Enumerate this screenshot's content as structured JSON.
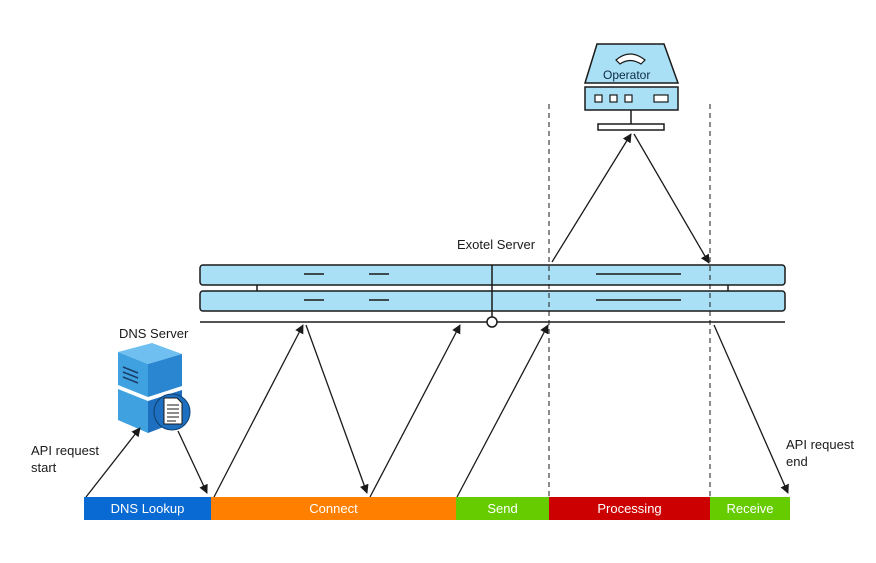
{
  "labels": {
    "exotel_server": "Exotel Server",
    "dns_server": "DNS Server",
    "operator": "Operator",
    "api_start": "API request\nstart",
    "api_end": "API request\nend"
  },
  "phases": [
    {
      "label": "DNS Lookup",
      "color": "#0a6ad4"
    },
    {
      "label": "Connect",
      "color": "#ff8000"
    },
    {
      "label": "Send",
      "color": "#66cc00"
    },
    {
      "label": "Processing",
      "color": "#cc0000"
    },
    {
      "label": "Receive",
      "color": "#66cc00"
    }
  ],
  "colors": {
    "server_fill": "#a9e0f5",
    "operator_fill": "#a9e0f5",
    "dns_dark": "#1e6fbf",
    "dns_light": "#3fa1e0",
    "line": "#1a1a1a"
  },
  "icons": [
    "phone-icon",
    "dns-server-icon",
    "document-icon",
    "operator-terminal-icon"
  ]
}
